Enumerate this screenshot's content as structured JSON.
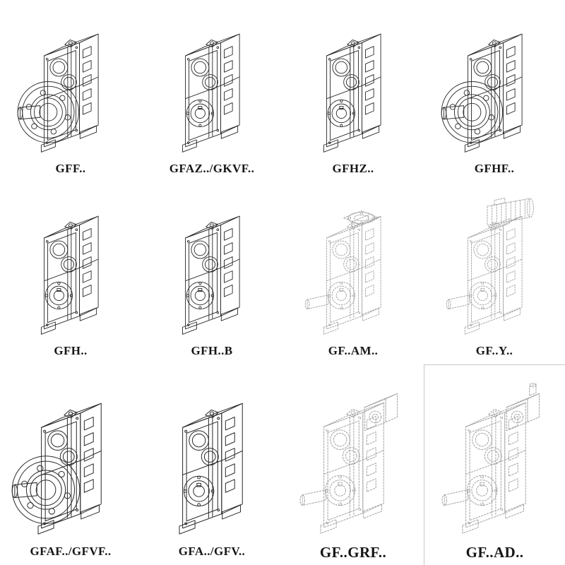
{
  "colors": {
    "background": "#ffffff",
    "line_solid": "#2b2b2b",
    "line_dashed": "#a3a3a3",
    "frame": "#c9c9c9"
  },
  "grid": {
    "columns": 4,
    "rows": 3,
    "items": [
      {
        "label": "GFF..",
        "variant": "flange-output-gearbox",
        "style": "solid"
      },
      {
        "label": "GFAZ../GKVF..",
        "variant": "hollow-shaft-gearbox",
        "style": "solid"
      },
      {
        "label": "GFHZ..",
        "variant": "hollow-shaft-gearbox",
        "style": "solid"
      },
      {
        "label": "GFHF..",
        "variant": "flange-output-gearbox",
        "style": "solid"
      },
      {
        "label": "GFH..",
        "variant": "hollow-shaft-gearbox",
        "style": "solid"
      },
      {
        "label": "GFH..B",
        "variant": "hollow-shaft-gearbox",
        "style": "solid"
      },
      {
        "label": "GF..AM..",
        "variant": "top-flange-gearbox",
        "style": "dashed"
      },
      {
        "label": "GF..Y..",
        "variant": "motor-gearbox",
        "style": "dashed"
      },
      {
        "label": "GFAF../GFVF..",
        "variant": "flange-output-gearbox",
        "style": "solid"
      },
      {
        "label": "GFA../GFV..",
        "variant": "hollow-shaft-gearbox",
        "style": "solid"
      },
      {
        "label": "GF..GRF..",
        "variant": "input-adapter-gearbox",
        "style": "dashed",
        "large_label": true
      },
      {
        "label": "GF..AD..",
        "variant": "input-shaft-gearbox",
        "style": "dashed",
        "large_label": true,
        "framed": true
      }
    ]
  }
}
